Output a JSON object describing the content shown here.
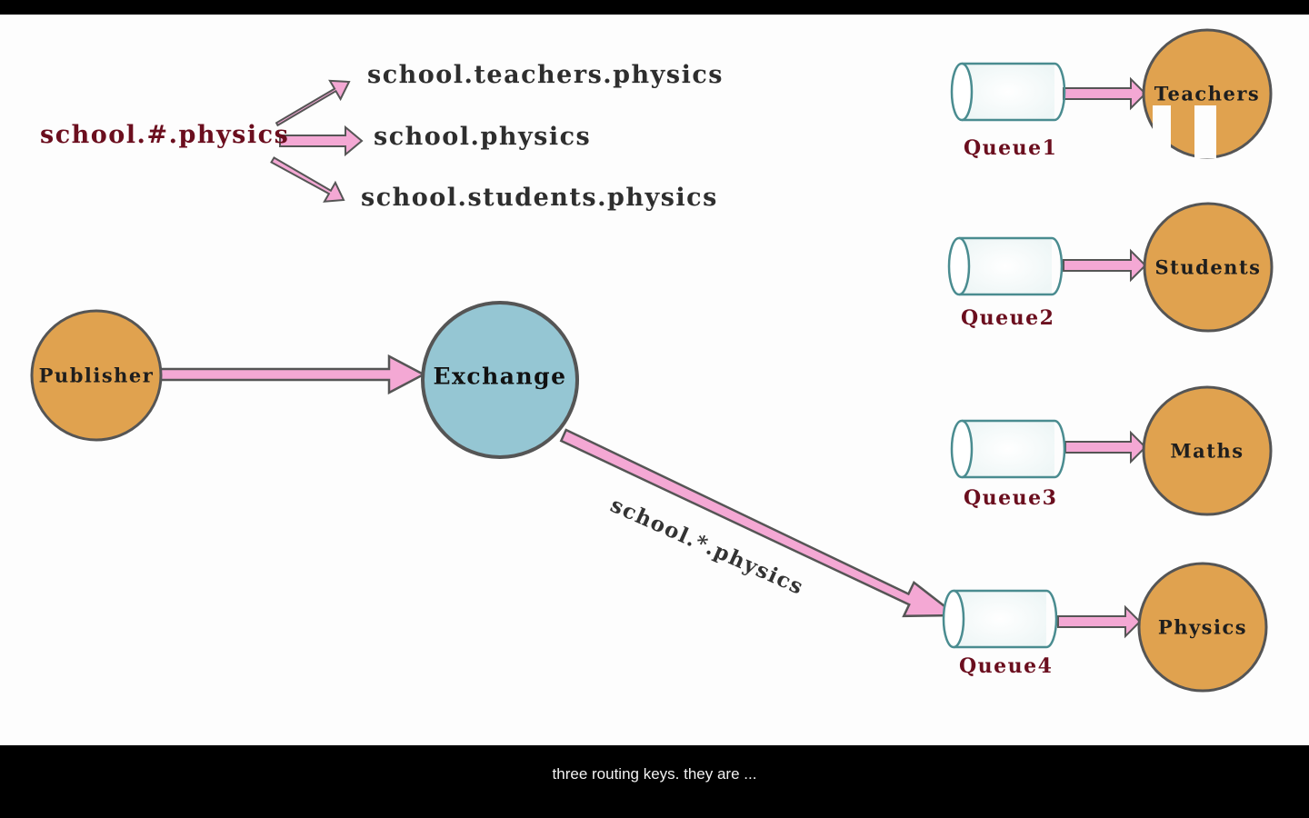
{
  "routing": {
    "pattern": "school.#.physics",
    "keys": [
      "school.teachers.physics",
      "school.physics",
      "school.students.physics"
    ]
  },
  "publisher": {
    "label": "Publisher"
  },
  "exchange": {
    "label": "Exchange"
  },
  "binding": {
    "label": "school.*.physics"
  },
  "queues": [
    {
      "label": "Queue1",
      "consumer": "Teachers"
    },
    {
      "label": "Queue2",
      "consumer": "Students"
    },
    {
      "label": "Queue3",
      "consumer": "Maths"
    },
    {
      "label": "Queue4",
      "consumer": "Physics"
    }
  ],
  "subtitle": {
    "text": "three routing keys. they are ..."
  },
  "colors": {
    "consumer_fill": "#e0a24f",
    "exchange_fill": "#95c6d3",
    "arrow_fill": "#f4a8d4",
    "queue_stroke": "#4a8c90",
    "label_maroon": "#6b0e1e"
  }
}
